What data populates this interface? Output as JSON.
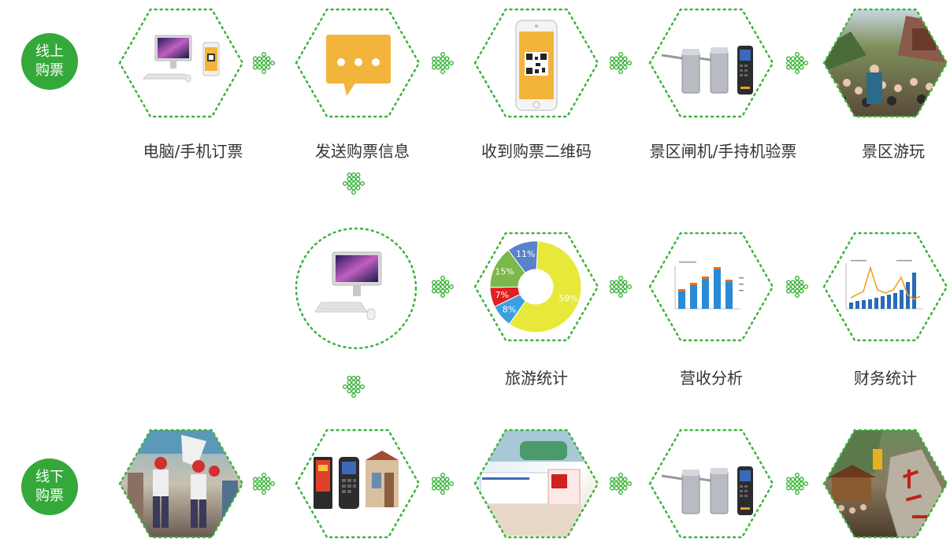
{
  "badges": {
    "online": {
      "line1": "线上",
      "line2": "购票",
      "color": "#35a83a"
    },
    "offline": {
      "line1": "线下",
      "line2": "购票",
      "color": "#35a83a"
    }
  },
  "labels": {
    "pc_phone": "电脑/手机订票",
    "send_info": "发送购票信息",
    "receive_qr": "收到购票二维码",
    "gate_check": "景区闸机/手持机验票",
    "visit": "景区游玩",
    "tour_stats": "旅游统计",
    "revenue": "营收分析",
    "finance": "财务统计"
  },
  "pie": {
    "slices": [
      {
        "label": "59%",
        "value": 59,
        "color": "#e8e83a"
      },
      {
        "label": "8%",
        "value": 8,
        "color": "#3aa0e0"
      },
      {
        "label": "7%",
        "value": 7,
        "color": "#e02020"
      },
      {
        "label": "15%",
        "value": 15,
        "color": "#7ab84a"
      },
      {
        "label": "11%",
        "value": 11,
        "color": "#5a82c8"
      }
    ]
  },
  "colors": {
    "accent": "#35a83a",
    "dots": "#3cb43c",
    "yellow": "#f2b43a"
  },
  "icons": [
    "computer-phone-icon",
    "chat-bubble-icon",
    "phone-qr-icon",
    "turnstile-icon",
    "photo-icon",
    "pie-chart-icon",
    "bar-chart-icon",
    "combo-chart-icon"
  ]
}
